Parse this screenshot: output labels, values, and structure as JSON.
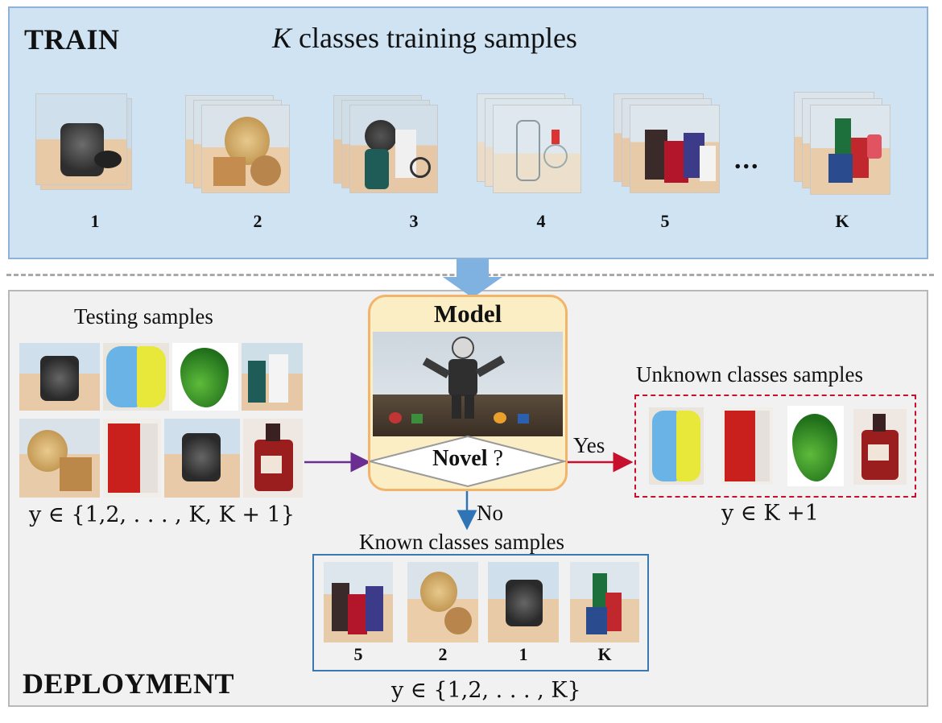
{
  "train": {
    "title": "TRAIN",
    "subtitle_k": "K",
    "subtitle_rest": " classes training samples",
    "class_labels": [
      "1",
      "2",
      "3",
      "4",
      "5",
      "K"
    ],
    "ellipsis": "..."
  },
  "deploy": {
    "title": "DEPLOYMENT",
    "testing_label": "Testing samples",
    "testing_math": "y ∈ {1,2, . . . , K, K + 1}",
    "model_title": "Model",
    "novel_word": "Novel",
    "novel_q": " ?",
    "yes_label": "Yes",
    "no_label": "No",
    "unknown_label": "Unknown classes samples",
    "unknown_math": "y ∈ K +1",
    "known_label": "Known classes samples",
    "known_class_labels": [
      "5",
      "2",
      "1",
      "K"
    ],
    "known_math": "y ∈ {1,2, . . . , K}"
  },
  "colors": {
    "train_bg": "#cfe3f3",
    "deploy_bg": "#f1f1f1",
    "model_bg": "#fbeec5",
    "model_border": "#f2b46a",
    "yes_arrow": "#c8102e",
    "no_arrow": "#2f74b5",
    "input_arrow": "#6a2d91",
    "down_arrow": "#7fb2e0"
  }
}
